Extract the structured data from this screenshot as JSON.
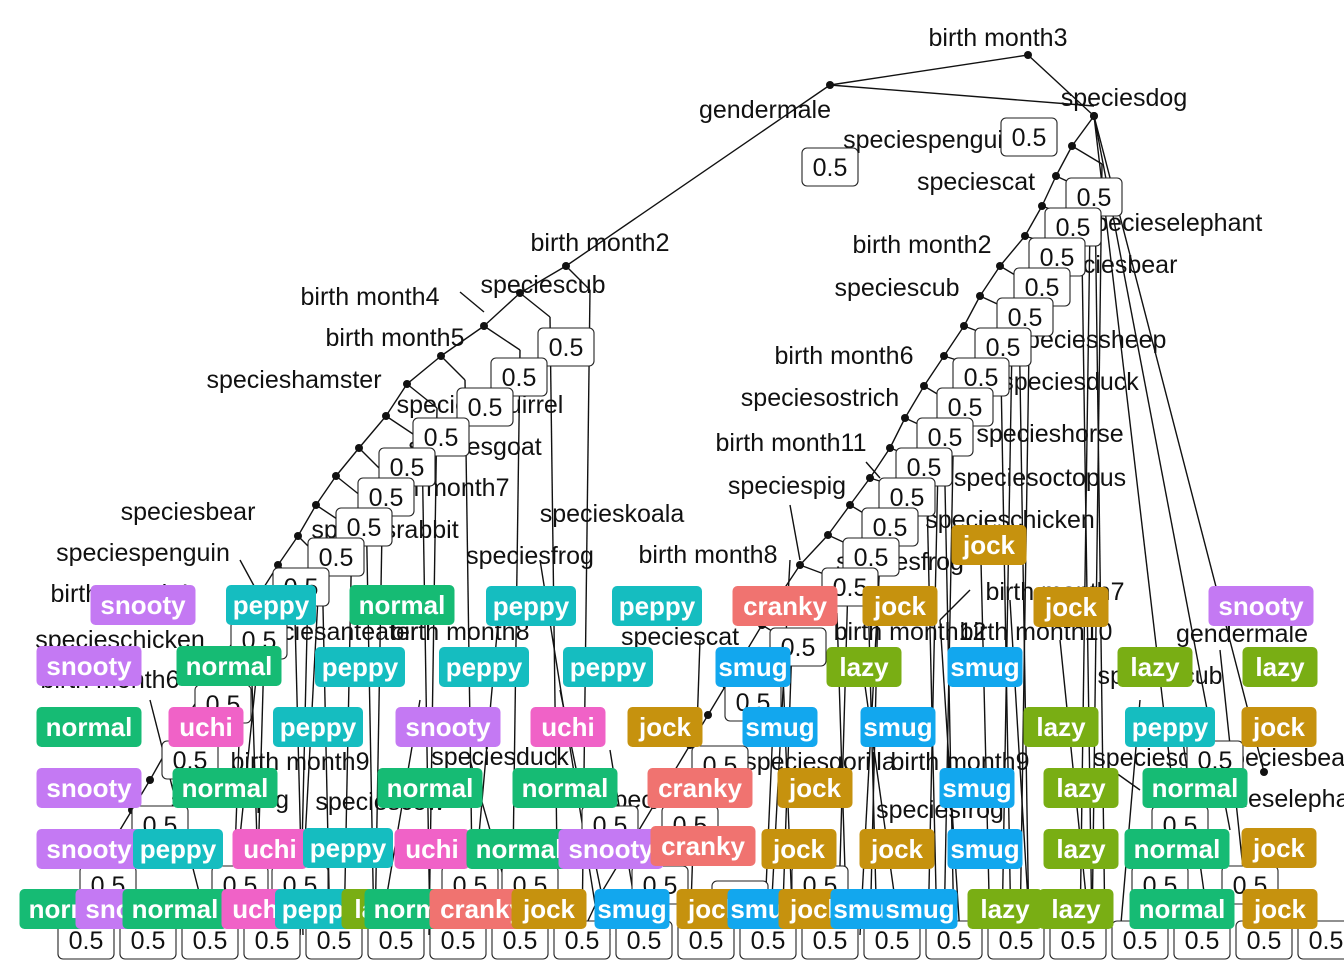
{
  "colors": {
    "cranky": "#F07370",
    "jock": "#C6920E",
    "lazy": "#79AE14",
    "normal": "#16BB74",
    "peppy": "#15BDC0",
    "smug": "#12A7EE",
    "snooty": "#C479F3",
    "uchi": "#F062C7"
  },
  "split_labels": [
    "birth month3",
    "gendermale",
    "speciesdog",
    "speciespenguin",
    "speciescat",
    "specieselephant",
    "speciesbear",
    "birth month2",
    "speciescub",
    "birth month4",
    "birth month5",
    "specieshamster",
    "speciessquirrel",
    "speciesgoat",
    "birth month7",
    "speciesrabbit",
    "speciesbear",
    "speciespenguin",
    "speciesfrog",
    "speciesanteater",
    "birth month8",
    "specieskoala",
    "speciesduck",
    "birth month9",
    "speciespig",
    "speciescow",
    "speciescat",
    "birth month2",
    "speciescub",
    "birth month6",
    "speciesostrich",
    "birth month11",
    "speciespig",
    "birth month8",
    "speciessheep",
    "speciesduck",
    "specieshorse",
    "speciesoctopus",
    "specieschicken",
    "speciesfrog",
    "birth month7",
    "birth month12",
    "birth month10",
    "gendermale",
    "speciescub",
    "speciesgorilla",
    "birth month9",
    "speciesgoat",
    "speciesbear",
    "specieselephant",
    "specieschicken",
    "birth month6",
    "birth month4",
    "speciescat",
    "speciesfrog"
  ],
  "probability_label": "0.5",
  "leaves": [
    {
      "label": "jock"
    },
    {
      "label": "snooty"
    },
    {
      "label": "peppy"
    },
    {
      "label": "normal"
    },
    {
      "label": "peppy"
    },
    {
      "label": "peppy"
    },
    {
      "label": "cranky"
    },
    {
      "label": "jock"
    },
    {
      "label": "jock"
    },
    {
      "label": "snooty"
    },
    {
      "label": "snooty"
    },
    {
      "label": "normal"
    },
    {
      "label": "peppy"
    },
    {
      "label": "peppy"
    },
    {
      "label": "peppy"
    },
    {
      "label": "smug"
    },
    {
      "label": "lazy"
    },
    {
      "label": "smug"
    },
    {
      "label": "lazy"
    },
    {
      "label": "lazy"
    },
    {
      "label": "normal"
    },
    {
      "label": "uchi"
    },
    {
      "label": "peppy"
    },
    {
      "label": "snooty"
    },
    {
      "label": "uchi"
    },
    {
      "label": "jock"
    },
    {
      "label": "smug"
    },
    {
      "label": "smug"
    },
    {
      "label": "lazy"
    },
    {
      "label": "peppy"
    },
    {
      "label": "jock"
    },
    {
      "label": "snooty"
    },
    {
      "label": "normal"
    },
    {
      "label": "normal"
    },
    {
      "label": "normal"
    },
    {
      "label": "cranky"
    },
    {
      "label": "jock"
    },
    {
      "label": "smug"
    },
    {
      "label": "lazy"
    },
    {
      "label": "normal"
    },
    {
      "label": "snooty"
    },
    {
      "label": "peppy"
    },
    {
      "label": "uchi"
    },
    {
      "label": "peppy"
    },
    {
      "label": "uchi"
    },
    {
      "label": "normal"
    },
    {
      "label": "snooty"
    },
    {
      "label": "cranky"
    },
    {
      "label": "jock"
    },
    {
      "label": "jock"
    },
    {
      "label": "smug"
    },
    {
      "label": "lazy"
    },
    {
      "label": "normal"
    },
    {
      "label": "jock"
    },
    {
      "label": "normal"
    },
    {
      "label": "snooty"
    },
    {
      "label": "normal"
    },
    {
      "label": "uchi"
    },
    {
      "label": "peppy"
    },
    {
      "label": "lazy"
    },
    {
      "label": "normal"
    },
    {
      "label": "cranky"
    },
    {
      "label": "jock"
    },
    {
      "label": "smug"
    },
    {
      "label": "jock"
    },
    {
      "label": "smug"
    },
    {
      "label": "jock"
    },
    {
      "label": "smug"
    },
    {
      "label": "smug"
    },
    {
      "label": "lazy"
    },
    {
      "label": "lazy"
    },
    {
      "label": "normal"
    },
    {
      "label": "jock"
    }
  ]
}
